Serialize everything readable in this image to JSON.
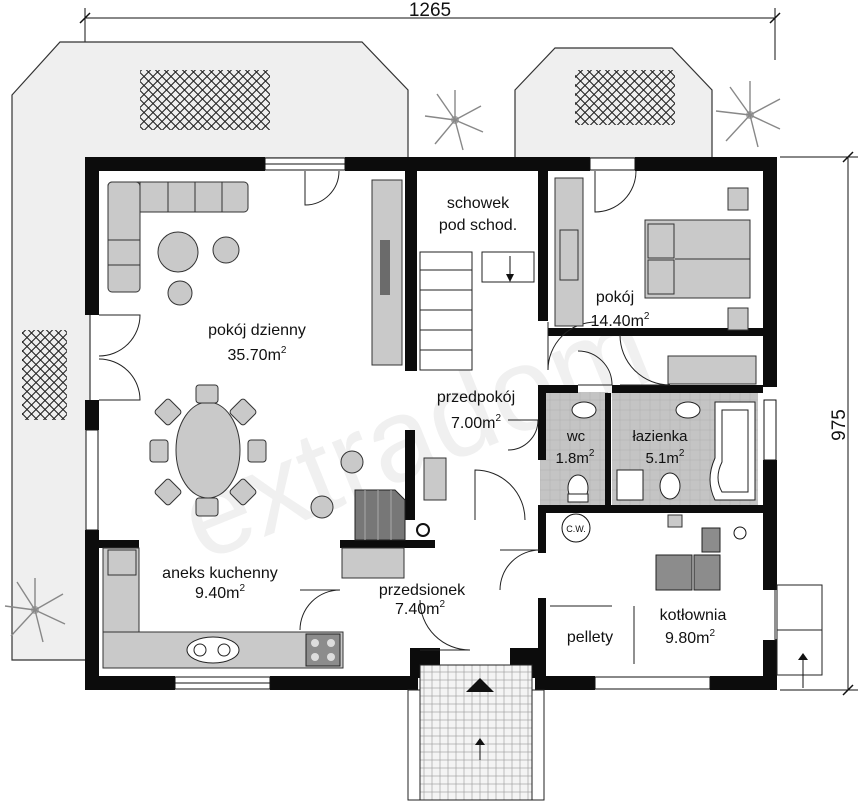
{
  "dimensions": {
    "width": "1265",
    "height": "975"
  },
  "rooms": [
    {
      "id": "living",
      "name": "pokój dzienny",
      "area": "35.70",
      "unit": "m",
      "sup": "2"
    },
    {
      "id": "storage",
      "name": "schowek",
      "name2": "pod schod."
    },
    {
      "id": "room",
      "name": "pokój",
      "area": "14.40",
      "unit": "m",
      "sup": "2"
    },
    {
      "id": "hall",
      "name": "przedpokój",
      "area": "7.00",
      "unit": "m",
      "sup": "2"
    },
    {
      "id": "wc",
      "name": "wc",
      "area": "1.8",
      "unit": "m",
      "sup": "2"
    },
    {
      "id": "bath",
      "name": "łazienka",
      "area": "5.1",
      "unit": "m",
      "sup": "2"
    },
    {
      "id": "kitchen",
      "name": "aneks kuchenny",
      "area": "9.40",
      "unit": "m",
      "sup": "2"
    },
    {
      "id": "vestibule",
      "name": "przedsionek",
      "area": "7.40",
      "unit": "m",
      "sup": "2"
    },
    {
      "id": "boiler",
      "name": "kotłownia",
      "area": "9.80",
      "unit": "m",
      "sup": "2"
    },
    {
      "id": "pellets",
      "name": "pellety"
    }
  ],
  "fixtures": {
    "cw_label": "C.W."
  },
  "watermark": "extradom",
  "colors": {
    "wall": "#0c0c0c",
    "furniture": "#c9c9c9",
    "wet_room": "#bdbdbd",
    "terrace": "#efefef"
  }
}
